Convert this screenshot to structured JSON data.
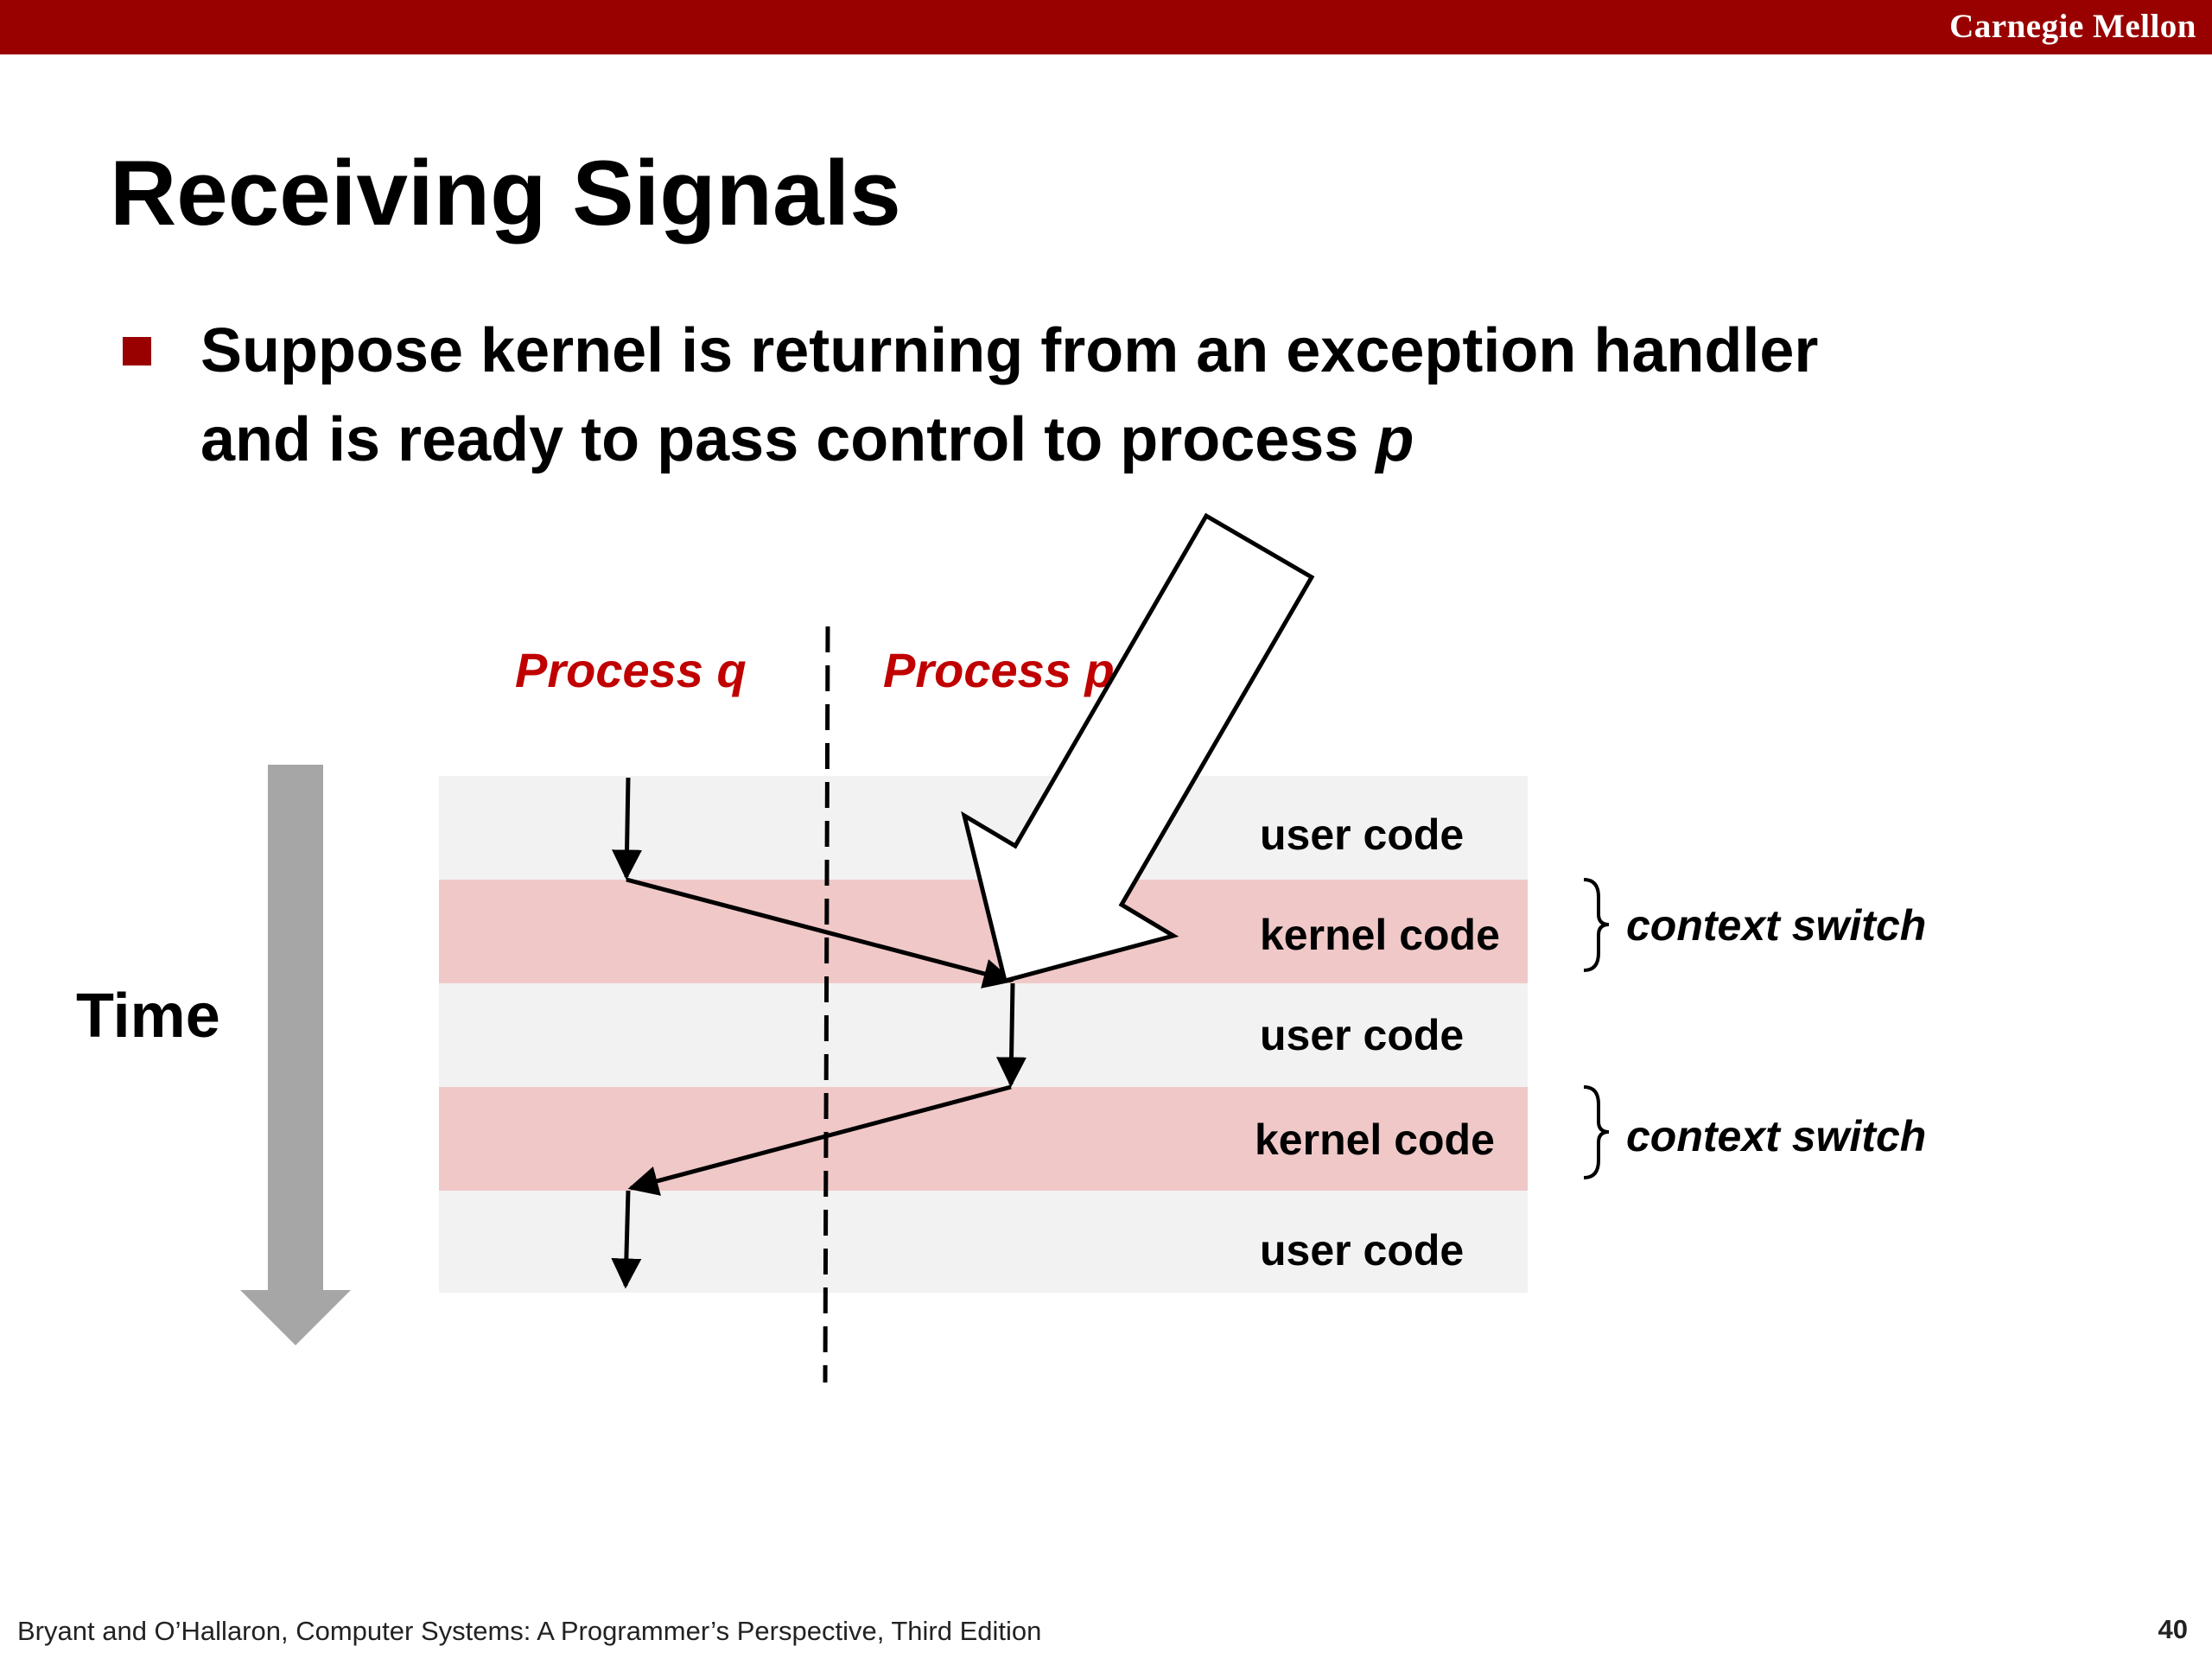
{
  "header": {
    "brand": "Carnegie Mellon"
  },
  "slide": {
    "title": "Receiving Signals",
    "bullet": {
      "line1": "Suppose kernel is returning from an exception handler",
      "line2_prefix": "and is ready to pass control to process ",
      "line2_italic": "p"
    }
  },
  "diagram": {
    "process_q_label": "Process q",
    "process_p_label": "Process p",
    "time_label": "Time",
    "bands": [
      {
        "label": "user code",
        "kind": "user"
      },
      {
        "label": "kernel code",
        "kind": "kernel"
      },
      {
        "label": "user code",
        "kind": "user"
      },
      {
        "label": "kernel code",
        "kind": "kernel"
      },
      {
        "label": "user code",
        "kind": "user"
      }
    ],
    "context_switch_label": "context switch",
    "colors": {
      "user_band": "#f2f2f2",
      "kernel_band": "#f0c8c8",
      "process_label": "#c00000",
      "time_arrow": "#a6a6a6",
      "accent": "#990000"
    }
  },
  "footer": {
    "citation": "Bryant and O’Hallaron, Computer Systems: A Programmer’s Perspective, Third Edition",
    "page_number": "40"
  }
}
